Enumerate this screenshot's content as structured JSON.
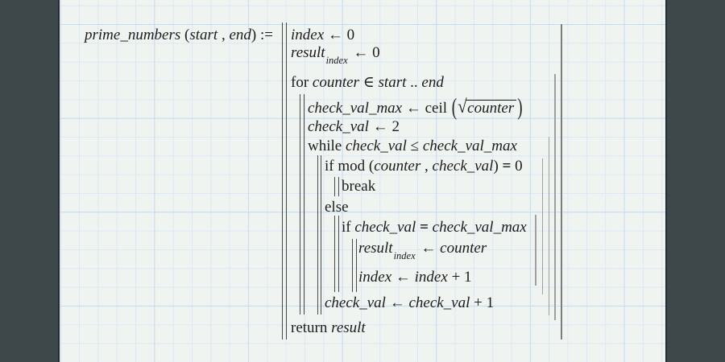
{
  "colors": {
    "panel": "#3e474a",
    "panel_edge": "#262d30",
    "paper": "#f0f4f1",
    "grid_minor": "#dce7f5",
    "grid_major": "#c6daf0",
    "ink": "#1c1c1c",
    "bracket": "#4a4a4a",
    "bracket_right": "#a0a0a0",
    "bracket_right_dark": "#7e7e7e"
  },
  "worksheet": {
    "program_name": "prime_numbers",
    "program_lines": [
      {
        "id": "function-signature",
        "segments": [
          {
            "t": "prime_numbers",
            "s": "v"
          },
          {
            "t": " (",
            "s": "k"
          },
          {
            "t": "start",
            "s": "v"
          },
          {
            "t": " , ",
            "s": "k"
          },
          {
            "t": "end",
            "s": "v"
          },
          {
            "t": ") := ",
            "s": "k"
          }
        ]
      },
      {
        "id": "assign-index-zero",
        "segments": [
          {
            "t": "index",
            "s": "v"
          },
          {
            "t": " ← 0",
            "s": "k"
          }
        ]
      },
      {
        "id": "assign-result-index-zero",
        "segments": [
          {
            "t": "result",
            "s": "v"
          },
          {
            "t": "index",
            "s": "sub"
          },
          {
            "t": " ← 0",
            "s": "k"
          }
        ]
      },
      {
        "id": "for-loop-header",
        "segments": [
          {
            "t": "for ",
            "s": "k"
          },
          {
            "t": "counter",
            "s": "v"
          },
          {
            "t": " ∈ ",
            "s": "k"
          },
          {
            "t": "start",
            "s": "v"
          },
          {
            "t": " .. ",
            "s": "k"
          },
          {
            "t": "end",
            "s": "v"
          }
        ]
      },
      {
        "id": "assign-check-val-max",
        "segments": [
          {
            "t": "check_val_max",
            "s": "v"
          },
          {
            "t": " ← ",
            "s": "k"
          },
          {
            "t": "ceil ",
            "s": "k"
          },
          {
            "t": "(",
            "s": "bp"
          },
          {
            "t": "counter",
            "s": "sqrt"
          },
          {
            "t": ")",
            "s": "bp"
          }
        ]
      },
      {
        "id": "assign-check-val-two",
        "segments": [
          {
            "t": "check_val",
            "s": "v"
          },
          {
            "t": " ← 2",
            "s": "k"
          }
        ]
      },
      {
        "id": "while-loop-header",
        "segments": [
          {
            "t": "while ",
            "s": "k"
          },
          {
            "t": "check_val",
            "s": "v"
          },
          {
            "t": " ≤ ",
            "s": "k"
          },
          {
            "t": "check_val_max",
            "s": "v"
          }
        ]
      },
      {
        "id": "if-mod-condition",
        "segments": [
          {
            "t": "if mod ",
            "s": "k"
          },
          {
            "t": "(",
            "s": "k"
          },
          {
            "t": "counter",
            "s": "v"
          },
          {
            "t": " , ",
            "s": "k"
          },
          {
            "t": "check_val",
            "s": "v"
          },
          {
            "t": ") ",
            "s": "k"
          },
          {
            "t": "=",
            "s": "b"
          },
          {
            "t": " 0",
            "s": "k"
          }
        ]
      },
      {
        "id": "break-statement",
        "segments": [
          {
            "t": "break",
            "s": "k"
          }
        ]
      },
      {
        "id": "else-clause",
        "segments": [
          {
            "t": "else",
            "s": "k"
          }
        ]
      },
      {
        "id": "if-equal-max-condition",
        "segments": [
          {
            "t": "if ",
            "s": "k"
          },
          {
            "t": "check_val",
            "s": "v"
          },
          {
            "t": " ",
            "s": "k"
          },
          {
            "t": "=",
            "s": "b"
          },
          {
            "t": " ",
            "s": "k"
          },
          {
            "t": "check_val_max",
            "s": "v"
          }
        ]
      },
      {
        "id": "assign-result-counter",
        "segments": [
          {
            "t": "result",
            "s": "v"
          },
          {
            "t": "index",
            "s": "sub"
          },
          {
            "t": " ← ",
            "s": "k"
          },
          {
            "t": "counter",
            "s": "v"
          }
        ]
      },
      {
        "id": "increment-index",
        "segments": [
          {
            "t": "index",
            "s": "v"
          },
          {
            "t": " ← ",
            "s": "k"
          },
          {
            "t": "index",
            "s": "v"
          },
          {
            "t": " + 1",
            "s": "k"
          }
        ]
      },
      {
        "id": "increment-check-val",
        "segments": [
          {
            "t": "check_val",
            "s": "v"
          },
          {
            "t": " ← ",
            "s": "k"
          },
          {
            "t": "check_val",
            "s": "v"
          },
          {
            "t": " + 1",
            "s": "k"
          }
        ]
      },
      {
        "id": "return-statement",
        "segments": [
          {
            "t": "return ",
            "s": "k"
          },
          {
            "t": "result",
            "s": "v"
          }
        ]
      }
    ]
  }
}
